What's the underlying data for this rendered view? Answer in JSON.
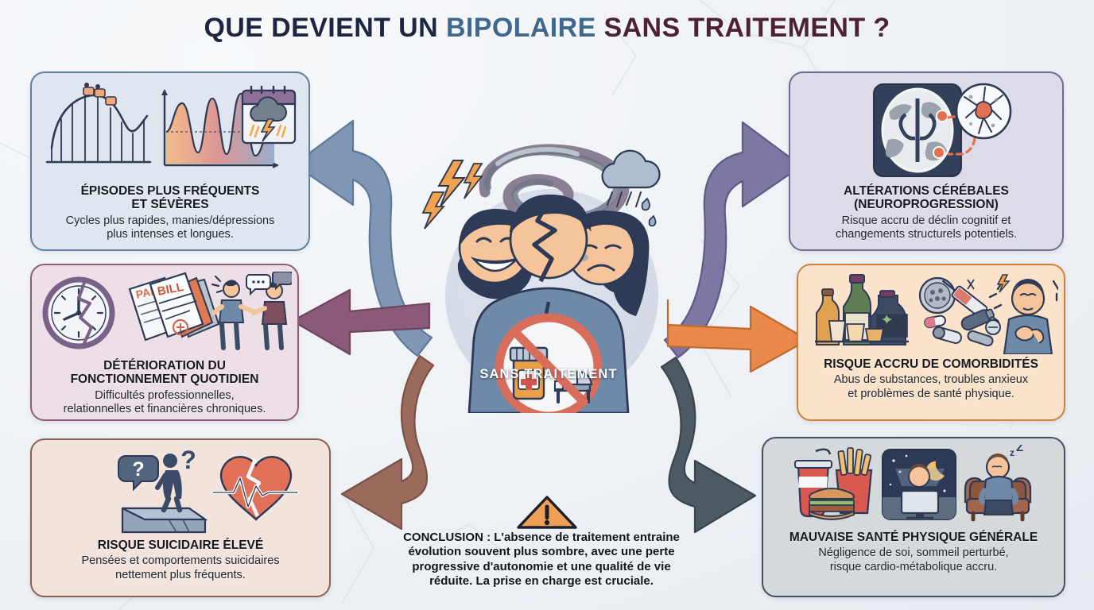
{
  "title": {
    "part1": "QUE DEVIENT UN ",
    "part2": "BIPOLAIRE ",
    "part3": "SANS TRAITEMENT ?",
    "color_dark": "#1d2540",
    "color_blue": "#40688f",
    "color_plum": "#4c2233"
  },
  "center": {
    "label": "SANS TRAITEMENT",
    "icons": [
      "swirl-vortex-icon",
      "lightning-bolt-icon",
      "rain-cloud-icon",
      "no-treatment-prohibition-icon",
      "pill-bottle-icon",
      "hospital-bed-icon"
    ]
  },
  "cards": [
    {
      "id": "episodes",
      "title": "ÉPISODES PLUS FRÉQUENTS\nET SÉVÈRES",
      "title_line1": "ÉPISODES PLUS FRÉQUENTS",
      "title_line2": "ET SÉVÈRES",
      "subtitle_line1": "Cycles plus rapides, manies/dépressions",
      "subtitle_line2": "plus intenses et longues.",
      "bg": "#dfe6ef",
      "border": "#5d7f9e",
      "icons": [
        "roller-coaster-icon",
        "mood-wave-chart-icon",
        "storm-calendar-icon"
      ]
    },
    {
      "id": "fonctionnement",
      "title_line1": "DÉTÉRIORATION DU",
      "title_line2": "FONCTIONNEMENT QUOTIDIEN",
      "subtitle_line1": "Difficultés professionnelles,",
      "subtitle_line2": "relationnelles et financières chroniques.",
      "bg": "#eddfe7",
      "border": "#8d5d77",
      "icons": [
        "broken-clock-icon",
        "unpaid-bills-icon",
        "conflict-people-icon"
      ]
    },
    {
      "id": "suicide",
      "title_line1": "RISQUE SUICIDAIRE ÉLEVÉ",
      "title_line2": "",
      "subtitle_line1": "Pensées et comportements suicidaires",
      "subtitle_line2": "nettement plus fréquents.",
      "bg": "#f2e3dd",
      "border": "#8a6052",
      "icons": [
        "person-on-cliff-icon",
        "broken-heart-ecg-icon",
        "question-mark-icon"
      ]
    },
    {
      "id": "cerebral",
      "title_line1": "ALTÉRATIONS CÉRÉBALES",
      "title_line2": "(NEUROPROGRESSION)",
      "subtitle_line1": "Risque accru de déclin cognitif et",
      "subtitle_line2": "changements structurels potentiels.",
      "bg": "#dedbe9",
      "border": "#6f6894",
      "icons": [
        "brain-scan-icon",
        "neuron-icon"
      ]
    },
    {
      "id": "comorbidites",
      "title_line1": "RISQUE ACCRU DE COMORBIDITÉS",
      "title_line2": "",
      "subtitle_line1": "Abus de substances, troubles anxieux",
      "subtitle_line2": "et problèmes de santé physique.",
      "bg": "#fbe3cb",
      "border": "#d07f3a",
      "icons": [
        "alcohol-bottles-icon",
        "drugs-syringe-icon",
        "anxious-person-icon"
      ]
    },
    {
      "id": "physique",
      "title_line1": "MAUVAISE SANTÉ PHYSIQUE GÉNÉRALE",
      "title_line2": "",
      "subtitle_line1": "Négligence de soi, sommeil perturbé,",
      "subtitle_line2": "risque cardio-métabolique accru.",
      "bg": "#d6d9dc",
      "border": "#43515c",
      "icons": [
        "fast-food-icon",
        "night-screen-icon",
        "sleeping-on-couch-icon"
      ]
    }
  ],
  "arrows": [
    {
      "name": "arrow-to-episodes",
      "color": "#7e95b4",
      "direction": "up-left"
    },
    {
      "name": "arrow-to-fonctionnement",
      "color": "#8a5a78",
      "direction": "left"
    },
    {
      "name": "arrow-to-suicide",
      "color": "#9a6a5c",
      "direction": "down-left"
    },
    {
      "name": "arrow-to-cerebral",
      "color": "#7d77a3",
      "direction": "up-right"
    },
    {
      "name": "arrow-to-comorbidites",
      "color": "#e8884a",
      "direction": "right"
    },
    {
      "name": "arrow-to-physique",
      "color": "#4d5a64",
      "direction": "down-right"
    }
  ],
  "conclusion": {
    "line1": "CONCLUSION : L'absence de traitement entraine",
    "line2": "évolution souvent plus sombre, avec une perte",
    "line3": "progressive d'autonomie et une qualité de vie",
    "line4": "réduite. La prise en charge est cruciale.",
    "icon": "warning-triangle-icon",
    "icon_color": "#f0a055"
  }
}
